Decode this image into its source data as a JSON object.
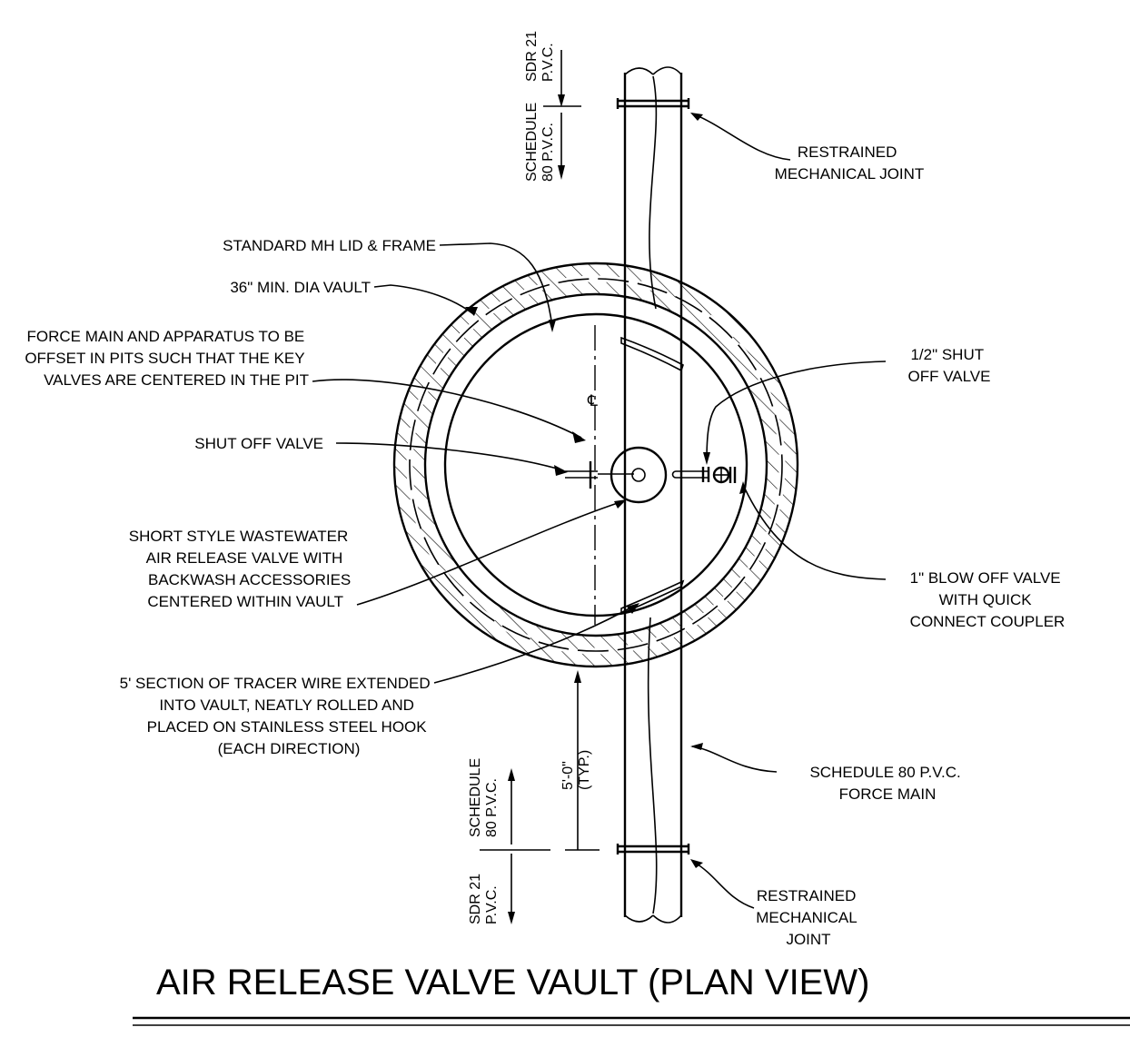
{
  "title": "AIR RELEASE VALVE VAULT (PLAN VIEW)",
  "centerline_symbol": "℄",
  "top_pipes": {
    "upper": [
      "SDR 21",
      "P.V.C."
    ],
    "lower": [
      "SCHEDULE",
      "80 P.V.C."
    ]
  },
  "bottom_pipes": {
    "upper": [
      "SCHEDULE",
      "80 P.V.C."
    ],
    "lower": [
      "SDR 21",
      "P.V.C."
    ]
  },
  "dimension": [
    "5'-0\"",
    "(TYP.)"
  ],
  "labels": {
    "restrained_top": [
      "RESTRAINED",
      "MECHANICAL JOINT"
    ],
    "mh_lid": [
      "STANDARD MH LID & FRAME"
    ],
    "vault_dia": [
      "36\" MIN. DIA VAULT"
    ],
    "force_main_offset": [
      "FORCE MAIN AND APPARATUS TO BE",
      "OFFSET IN PITS SUCH THAT THE KEY",
      "VALVES ARE CENTERED IN THE PIT"
    ],
    "shut_off_valve": [
      "SHUT OFF VALVE"
    ],
    "half_inch_valve": [
      "1/2\" SHUT",
      "OFF VALVE"
    ],
    "arv": [
      "SHORT STYLE WASTEWATER",
      "AIR RELEASE VALVE WITH",
      "BACKWASH ACCESSORIES",
      "CENTERED WITHIN VAULT"
    ],
    "blow_off": [
      "1\" BLOW OFF VALVE",
      "WITH QUICK",
      "CONNECT COUPLER"
    ],
    "tracer_wire": [
      "5' SECTION OF TRACER WIRE EXTENDED",
      "INTO VAULT, NEATLY ROLLED AND",
      "PLACED ON STAINLESS STEEL HOOK",
      "(EACH DIRECTION)"
    ],
    "force_main": [
      "SCHEDULE 80 P.V.C.",
      "FORCE MAIN"
    ],
    "restrained_bottom": [
      "RESTRAINED",
      "MECHANICAL",
      "JOINT"
    ]
  }
}
